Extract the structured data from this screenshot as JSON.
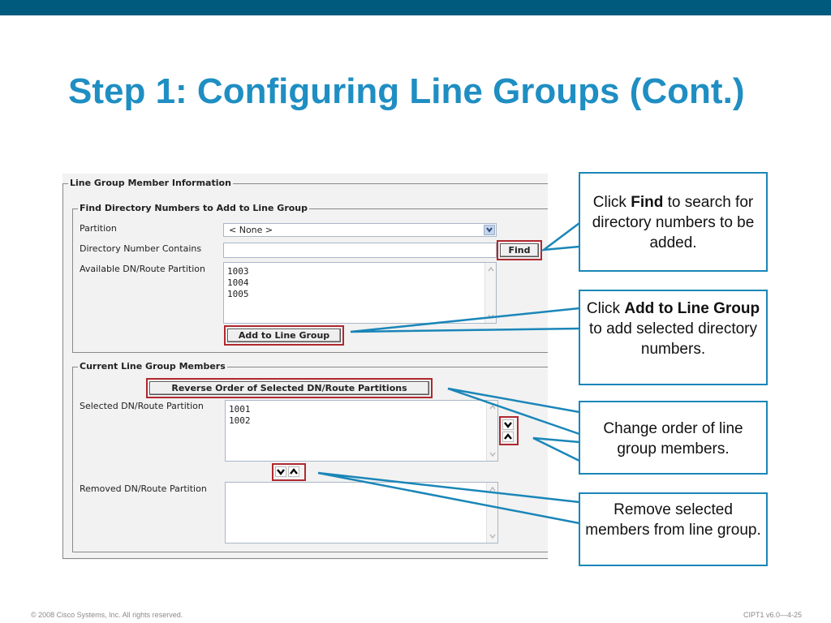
{
  "slide": {
    "title": "Step 1: Configuring Line Groups (Cont.)",
    "footer_left": "© 2008 Cisco Systems, Inc. All rights reserved.",
    "footer_right": "CIPT1 v6.0—4-25"
  },
  "form": {
    "section_title": "Line Group Member Information",
    "find": {
      "legend": "Find Directory Numbers to Add to Line Group",
      "partition_label": "Partition",
      "partition_value": "< None >",
      "dn_contains_label": "Directory Number Contains",
      "dn_contains_value": "",
      "find_button": "Find",
      "available_label": "Available DN/Route Partition",
      "available_items": [
        "1003",
        "1004",
        "1005"
      ],
      "add_button": "Add to Line Group"
    },
    "members": {
      "legend": "Current Line Group Members",
      "reverse_button": "Reverse Order of Selected DN/Route Partitions",
      "selected_label": "Selected DN/Route Partition",
      "selected_items": [
        "1001",
        "1002"
      ],
      "removed_label": "Removed DN/Route Partition",
      "removed_items": []
    }
  },
  "callouts": {
    "find": {
      "pre": "Click ",
      "bold": "Find",
      "post": " to search for directory numbers to be added."
    },
    "add": {
      "pre": "Click ",
      "bold": "Add to Line Group",
      "post": " to add selected directory numbers."
    },
    "order": {
      "text": "Change order of line group members."
    },
    "remove": {
      "text": "Remove selected members from line group."
    }
  },
  "colors": {
    "topbar": "#005a7e",
    "title": "#1f8ec2",
    "callout_border": "#1a86b8",
    "highlight": "#b0282f"
  }
}
